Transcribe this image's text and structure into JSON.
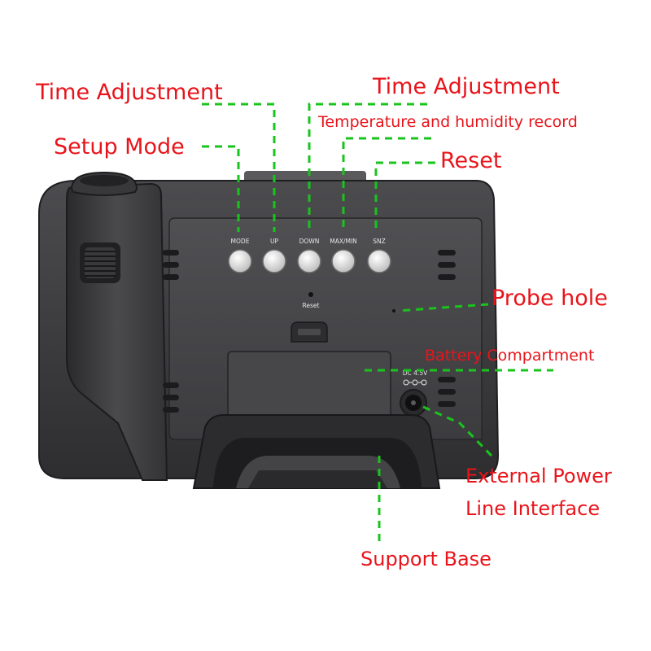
{
  "colors": {
    "label": "#e8141b",
    "leader_line": "#19c41c",
    "device_body": "#3e3e40"
  },
  "callouts": {
    "time_adjustment_up": "Time Adjustment",
    "time_adjustment_down": "Time Adjustment",
    "temperature_humidity_record": "Temperature and humidity record",
    "setup_mode": "Setup Mode",
    "reset": "Reset",
    "probe_hole": "Probe hole",
    "battery_compartment": "Battery Compartment",
    "external_power_line1": "External Power",
    "external_power_line2": "Line Interface",
    "support_base": "Support Base"
  },
  "device": {
    "buttons": [
      "MODE",
      "UP",
      "DOWN",
      "MAX/MIN",
      "SNZ"
    ],
    "reset_hole_label": "Reset",
    "dc_jack_label": "DC 4.5V"
  }
}
